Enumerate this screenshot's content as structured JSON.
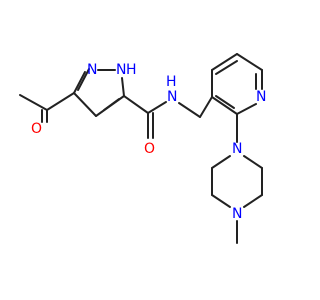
{
  "molecule": {
    "atoms": {
      "carbonyl_o_left": "O",
      "pyrazole_n1": "N",
      "pyrazole_nh": "H",
      "pyrazole_n2": "N",
      "amide_o": "O",
      "amide_n": "N",
      "amide_h": "H",
      "pyridine_n": "N",
      "piperazine_n_top": "N",
      "piperazine_n_bottom": "N"
    },
    "colors": {
      "bond": "#222222",
      "oxygen": "#ff0000",
      "nitrogen": "#0000ff",
      "background": "#ffffff"
    }
  }
}
